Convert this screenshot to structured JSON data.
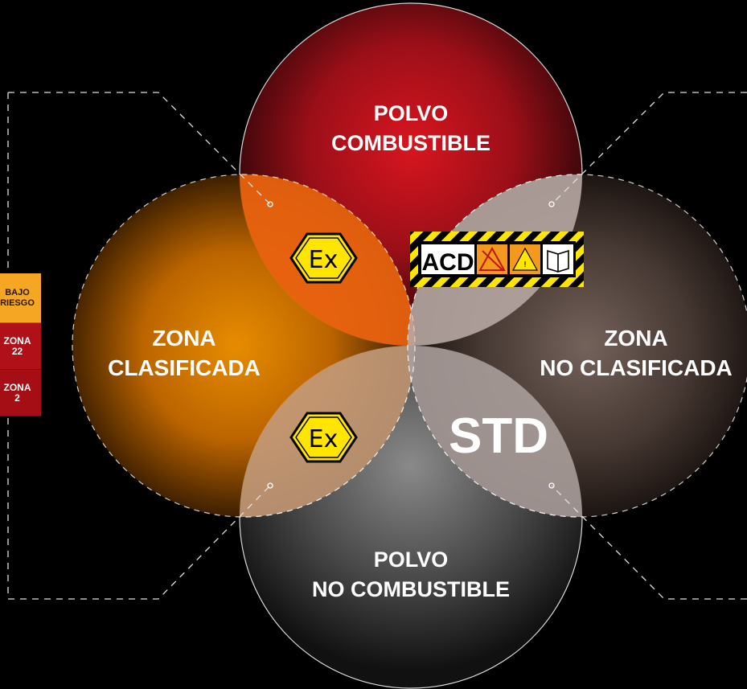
{
  "circles": {
    "top": {
      "line1": "POLVO",
      "line2": "COMBUSTIBLE"
    },
    "left": {
      "line1": "ZONA",
      "line2": "CLASIFICADA"
    },
    "right": {
      "line1": "ZONA",
      "line2": "NO CLASIFICADA"
    },
    "bottom": {
      "line1": "POLVO",
      "line2": "NO COMBUSTIBLE"
    }
  },
  "overlaps": {
    "ex_symbol": "Ex",
    "acd_label": "ACD",
    "std_label": "STD"
  },
  "legend": [
    {
      "text": "BAJO\nRIESGO"
    },
    {
      "text": "ZONA\n22"
    },
    {
      "text": "ZONA\n2"
    }
  ],
  "colors": {
    "red": "#c8141f",
    "orange": "#f08c00",
    "grey_brown": "#6b5a52",
    "grey": "#7a7a7a",
    "ex_yellow": "#ffe500",
    "legend_amber": "#f5a623",
    "legend_red": "#b01018"
  },
  "icons": [
    "ex-atex-icon",
    "acd-hazard-sign-icon",
    "std-standard-icon"
  ]
}
